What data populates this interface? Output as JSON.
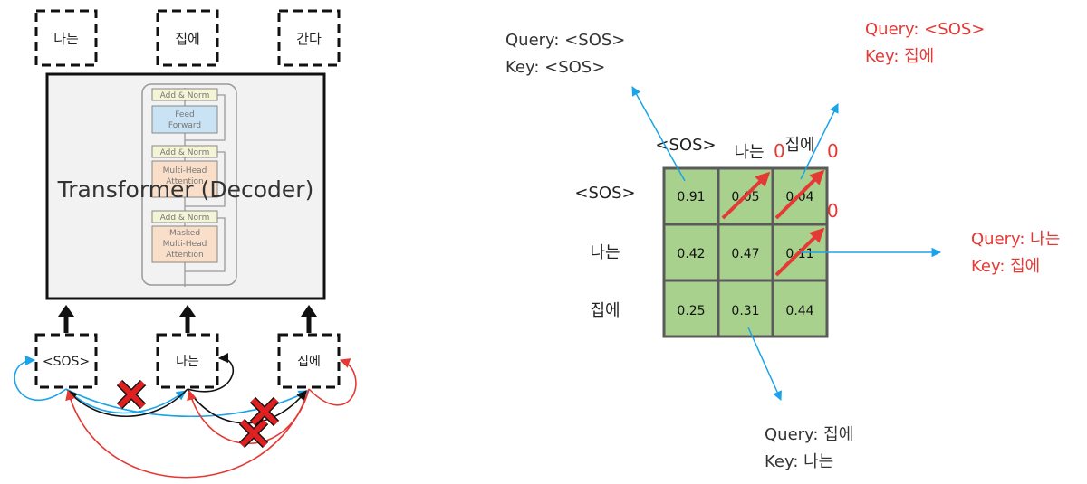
{
  "output_tokens": [
    "나는",
    "집에",
    "간다"
  ],
  "input_tokens": [
    "<SOS>",
    "나는",
    "집에"
  ],
  "decoder": {
    "title": "Transformer (Decoder)",
    "block_add_norm": "Add & Norm",
    "block_ff_line1": "Feed",
    "block_ff_line2": "Forward",
    "block_mha_line1": "Multi-Head",
    "block_mha_line2": "Attention",
    "block_masked_line1": "Masked",
    "block_masked_line2": "Multi-Head",
    "block_masked_line3": "Attention"
  },
  "matrix": {
    "col_headers": [
      "<SOS>",
      "나는",
      "집에"
    ],
    "row_headers": [
      "<SOS>",
      "나는",
      "집에"
    ],
    "rows": [
      [
        "0.91",
        "0.05",
        "0.04"
      ],
      [
        "0.42",
        "0.47",
        "0.11"
      ],
      [
        "0.25",
        "0.31",
        "0.44"
      ]
    ],
    "mask_values": [
      "0",
      "0",
      "0"
    ],
    "cell_color": "#a9d18e"
  },
  "annotations": {
    "a1_query": "Query: <SOS>",
    "a1_key": "Key: <SOS>",
    "a2_query": "Query: <SOS>",
    "a2_key": "Key: 집에",
    "a3_query": "Query: 나는",
    "a3_key": "Key: 집에",
    "a4_query": "Query: 집에",
    "a4_key": "Key: 나는"
  },
  "colors": {
    "blue": "#1aa3e8",
    "red": "#e53935",
    "black": "#111111"
  }
}
